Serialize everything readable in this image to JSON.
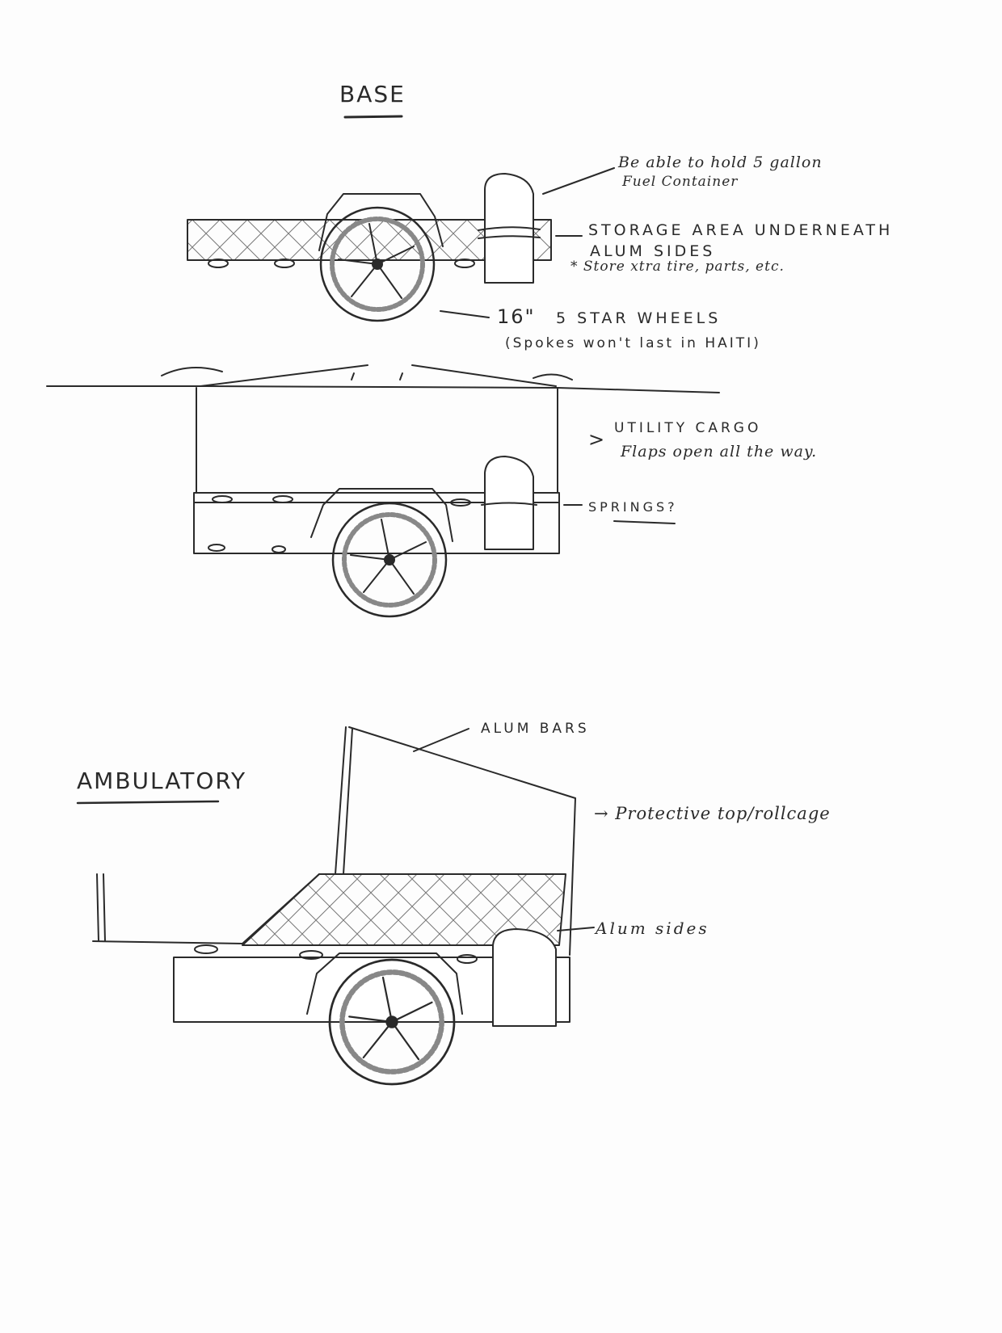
{
  "sections": {
    "base": {
      "title": "BASE",
      "notes": {
        "fuel_line1": "Be able to hold 5 gallon",
        "fuel_line2": "Fuel Container",
        "storage_line1": "STORAGE AREA UNDERNEATH",
        "storage_line2": "ALUM SIDES",
        "storage_line3": "* Store xtra tire, parts, etc.",
        "wheel_size": "16\"",
        "wheel_line1": "5 STAR WHEELS",
        "wheel_line2": "(Spokes won't last in HAITI)"
      }
    },
    "utility": {
      "notes": {
        "cargo_arrow": ">",
        "cargo_line1": "UTILITY CARGO",
        "cargo_line2": "Flaps open all the way.",
        "springs": "SPRINGS?"
      }
    },
    "ambulatory": {
      "title": "AMBULATORY",
      "notes": {
        "bars": "ALUM BARS",
        "rollcage": "→ Protective top/rollcage",
        "sides": "Alum sides"
      }
    }
  },
  "colors": {
    "ink": "#2a2a2a",
    "paper": "#fdfdfd"
  }
}
